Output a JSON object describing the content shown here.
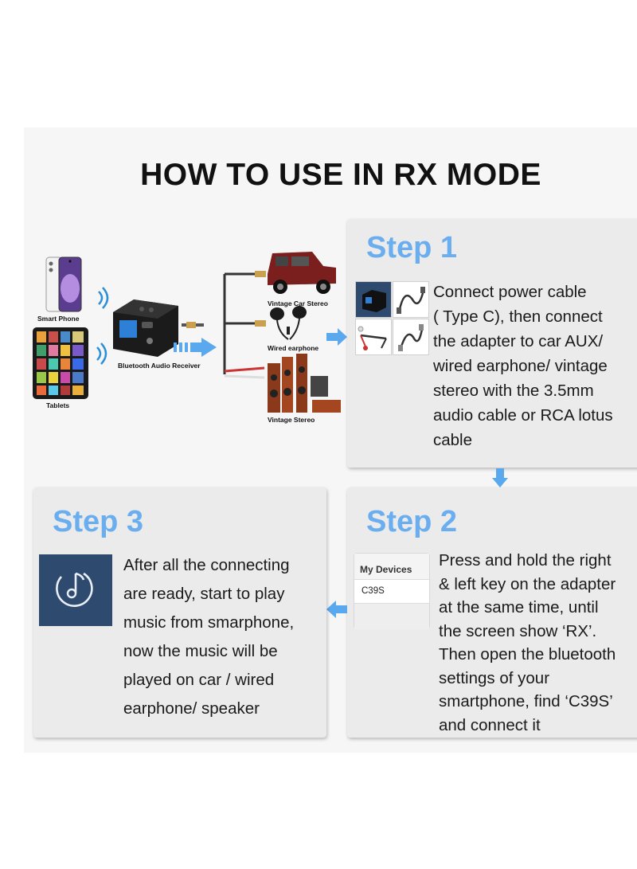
{
  "title": "HOW TO USE IN RX MODE",
  "diagram": {
    "smart_phone_label": "Smart Phone",
    "tablets_label": "Tablets",
    "receiver_label": "Bluetooth Audio Receiver",
    "car_label": "Vintage Car Stereo",
    "earphone_label": "Wired earphone",
    "stereo_label": "Vintage Stereo"
  },
  "step1": {
    "label": "Step 1",
    "text_lines": [
      "Connect power cable",
      "( Type C), then connect",
      "the adapter to car AUX/",
      "wired earphone/ vintage",
      "stereo with the 3.5mm",
      "audio cable or RCA lotus",
      "cable"
    ]
  },
  "step2": {
    "label": "Step 2",
    "devices_header": "My Devices",
    "device_name": "C39S",
    "text_lines": [
      "Press and hold the right",
      "& left key on the adapter",
      "at the same time, until",
      "the screen show ‘RX’.",
      "Then open the bluetooth",
      "settings of your",
      "smartphone, find ‘C39S’",
      "and connect it"
    ]
  },
  "step3": {
    "label": "Step 3",
    "text_lines": [
      "After all the connecting",
      "are ready, start to play",
      "music from smarphone,",
      "now the music will be",
      "played on car / wired",
      "earphone/ speaker"
    ]
  },
  "colors": {
    "accent": "#6aaef0",
    "arrow": "#5aa8ee",
    "card": "#ebebeb",
    "music_tile": "#2e4a6e"
  },
  "icons": [
    "smartphone-icon",
    "tablet-icon",
    "wifi-signal-icon",
    "receiver-device-icon",
    "car-icon",
    "earphone-icon",
    "speaker-icon",
    "cable-icon",
    "music-note-icon",
    "arrow-icon"
  ]
}
